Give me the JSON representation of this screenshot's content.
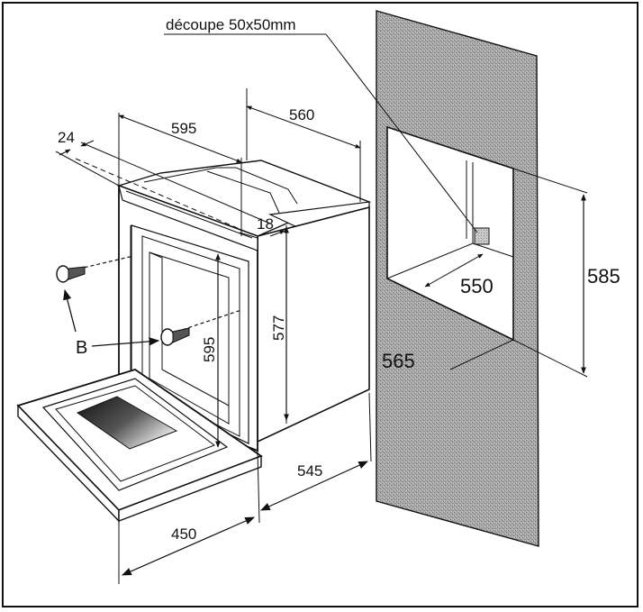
{
  "labels": {
    "cutout": "découpe 50x50mm",
    "dim_24": "24",
    "dim_595_width": "595",
    "dim_560": "560",
    "dim_18": "18",
    "dim_577": "577",
    "dim_595_height": "595",
    "dim_550": "550",
    "dim_585": "585",
    "dim_565": "565",
    "dim_545": "545",
    "dim_450": "450",
    "screw_b": "B"
  },
  "colors": {
    "line": "#111111",
    "wall_fill": "#9a9a9a",
    "background": "#ffffff"
  }
}
